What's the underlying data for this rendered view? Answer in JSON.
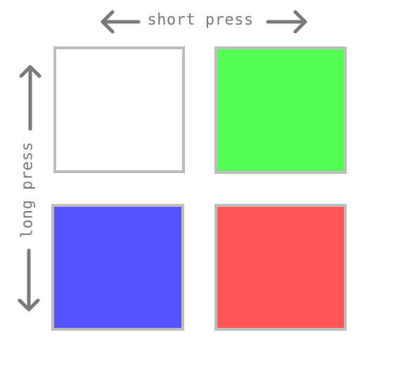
{
  "labels": {
    "horizontal": "short press",
    "vertical": "long press"
  },
  "colors": {
    "text_and_arrows": "#7a7a7a",
    "tile_border": "#bdbdbd"
  },
  "tiles": [
    {
      "name": "top-left",
      "color": "#ffffff"
    },
    {
      "name": "top-right",
      "color": "#55ff55"
    },
    {
      "name": "bottom-left",
      "color": "#5555ff"
    },
    {
      "name": "bottom-right",
      "color": "#ff5555"
    }
  ]
}
